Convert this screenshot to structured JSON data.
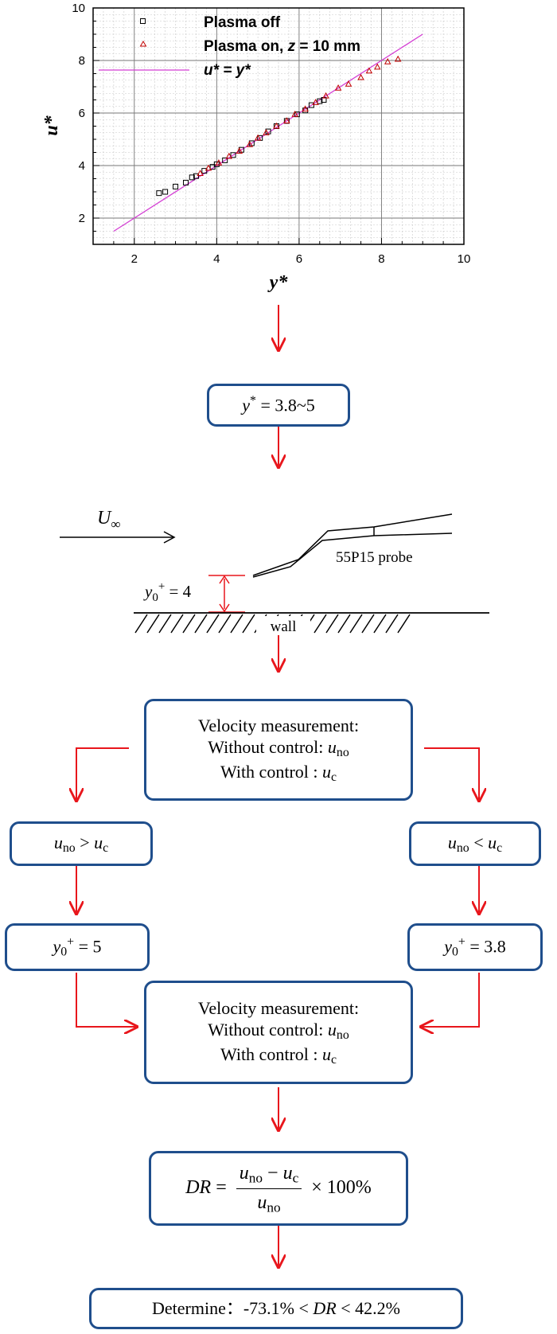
{
  "chart_data": {
    "type": "scatter",
    "xlabel": "y*",
    "ylabel": "u*",
    "xlim": [
      1,
      10
    ],
    "ylim": [
      1,
      10
    ],
    "xticks": [
      2,
      4,
      6,
      8,
      10
    ],
    "yticks": [
      2,
      4,
      6,
      8,
      10
    ],
    "grid": true,
    "legend_position": "top-left",
    "series": [
      {
        "name": "Plasma off",
        "marker": "square",
        "color": "#000000",
        "points": [
          [
            2.6,
            2.95
          ],
          [
            2.75,
            3.0
          ],
          [
            3.0,
            3.2
          ],
          [
            3.25,
            3.35
          ],
          [
            3.4,
            3.55
          ],
          [
            3.5,
            3.6
          ],
          [
            3.7,
            3.8
          ],
          [
            3.9,
            3.95
          ],
          [
            4.0,
            4.05
          ],
          [
            4.2,
            4.2
          ],
          [
            4.4,
            4.4
          ],
          [
            4.6,
            4.6
          ],
          [
            4.85,
            4.85
          ],
          [
            5.05,
            5.05
          ],
          [
            5.25,
            5.3
          ],
          [
            5.45,
            5.5
          ],
          [
            5.7,
            5.7
          ],
          [
            5.95,
            5.95
          ],
          [
            6.15,
            6.1
          ],
          [
            6.3,
            6.3
          ],
          [
            6.5,
            6.45
          ],
          [
            6.6,
            6.5
          ]
        ]
      },
      {
        "name": "Plasma on, z = 10 mm",
        "marker": "triangle",
        "color": "#c00000",
        "points": [
          [
            3.6,
            3.7
          ],
          [
            3.8,
            3.9
          ],
          [
            4.05,
            4.1
          ],
          [
            4.3,
            4.35
          ],
          [
            4.55,
            4.55
          ],
          [
            4.8,
            4.8
          ],
          [
            5.0,
            5.05
          ],
          [
            5.2,
            5.25
          ],
          [
            5.45,
            5.5
          ],
          [
            5.7,
            5.7
          ],
          [
            5.9,
            5.95
          ],
          [
            6.15,
            6.15
          ],
          [
            6.4,
            6.4
          ],
          [
            6.65,
            6.65
          ],
          [
            6.95,
            6.95
          ],
          [
            7.2,
            7.1
          ],
          [
            7.5,
            7.35
          ],
          [
            7.7,
            7.6
          ],
          [
            7.9,
            7.75
          ],
          [
            8.15,
            7.95
          ],
          [
            8.4,
            8.05
          ]
        ]
      },
      {
        "name": "u* = y*",
        "marker": "line",
        "color": "#d43fd4",
        "points": [
          [
            1.5,
            1.5
          ],
          [
            9.0,
            9.0
          ]
        ]
      }
    ]
  },
  "colors": {
    "box_border": "#1f4e8c",
    "arrow": "#e8161c",
    "legend_text": "#000000"
  },
  "flow": {
    "range_box": {
      "prefix": "y",
      "sup": "*",
      "text": " = 3.8~5"
    },
    "probe_diagram": {
      "freestream": {
        "symbol": "U",
        "sub": "∞"
      },
      "probe_label": "55P15 probe",
      "height_label": {
        "symbol": "y",
        "sub": "0",
        "sup": "+",
        "text": " = 4"
      },
      "wall_label": "wall"
    },
    "measurement_1": {
      "title": "Velocity measurement:",
      "line1_prefix": "Without control: ",
      "line1_var": "u",
      "line1_sub": "no",
      "line2_prefix": "With control : ",
      "line2_var": "u",
      "line2_sub": "c"
    },
    "left_condition": {
      "var": "u",
      "sub": "no",
      "op": " > ",
      "var2": "u",
      "sub2": "c"
    },
    "right_condition": {
      "var": "u",
      "sub": "no",
      "op": " < ",
      "var2": "u",
      "sub2": "c"
    },
    "left_result": {
      "var": "y",
      "sub": "0",
      "sup": "+",
      "text": " = 5"
    },
    "right_result": {
      "var": "y",
      "sub": "0",
      "sup": "+",
      "text": " = 3.8"
    },
    "measurement_2": {
      "title": "Velocity measurement:",
      "line1_prefix": "Without control: ",
      "line1_var": "u",
      "line1_sub": "no",
      "line2_prefix": "With control : ",
      "line2_var": "u",
      "line2_sub": "c"
    },
    "formula": {
      "lhs": "DR",
      "equals": " = ",
      "num_var": "u",
      "num_sub": "no",
      "num_op": " − ",
      "num_var2": "u",
      "num_sub2": "c",
      "den_var": "u",
      "den_sub": "no",
      "tail": " × 100%"
    },
    "conclusion": {
      "prefix": "Determine：-73.1% < ",
      "var": "DR",
      "suffix": " < 42.2%"
    }
  }
}
